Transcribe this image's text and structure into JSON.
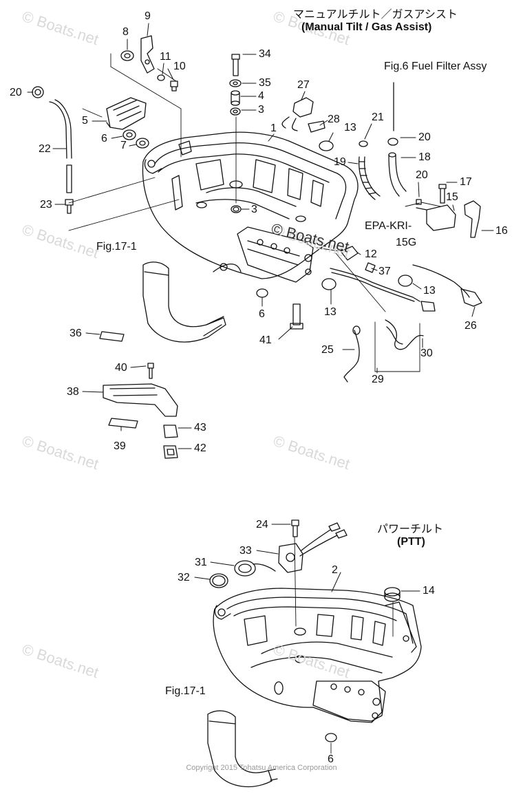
{
  "titles": {
    "manual_jp": "マニュアルチルト／ガスアシスト",
    "manual_en": "(Manual Tilt / Gas Assist)",
    "ptt_jp": "パワーチルト",
    "ptt_en": "(PTT)",
    "fuel_filter": "Fig.6 Fuel Filter Assy",
    "fig17_top": "Fig.17-1",
    "fig17_bottom": "Fig.17-1",
    "epa_line1": "EPA-KRI-",
    "epa_line2": "15G"
  },
  "callouts": [
    "1",
    "2",
    "3",
    "3",
    "4",
    "5",
    "6",
    "6",
    "6",
    "7",
    "8",
    "9",
    "10",
    "11",
    "12",
    "13",
    "13",
    "13",
    "13",
    "14",
    "15",
    "16",
    "17",
    "18",
    "19",
    "20",
    "20",
    "20",
    "21",
    "22",
    "23",
    "24",
    "25",
    "26",
    "27",
    "28",
    "29",
    "30",
    "31",
    "32",
    "33",
    "34",
    "35",
    "36",
    "37",
    "38",
    "39",
    "40",
    "41",
    "42",
    "43"
  ],
  "watermark": "© Boats.net",
  "stamp": "© Boats.net",
  "copyright": "Copyright 2015 Tohatsu America Corporation"
}
